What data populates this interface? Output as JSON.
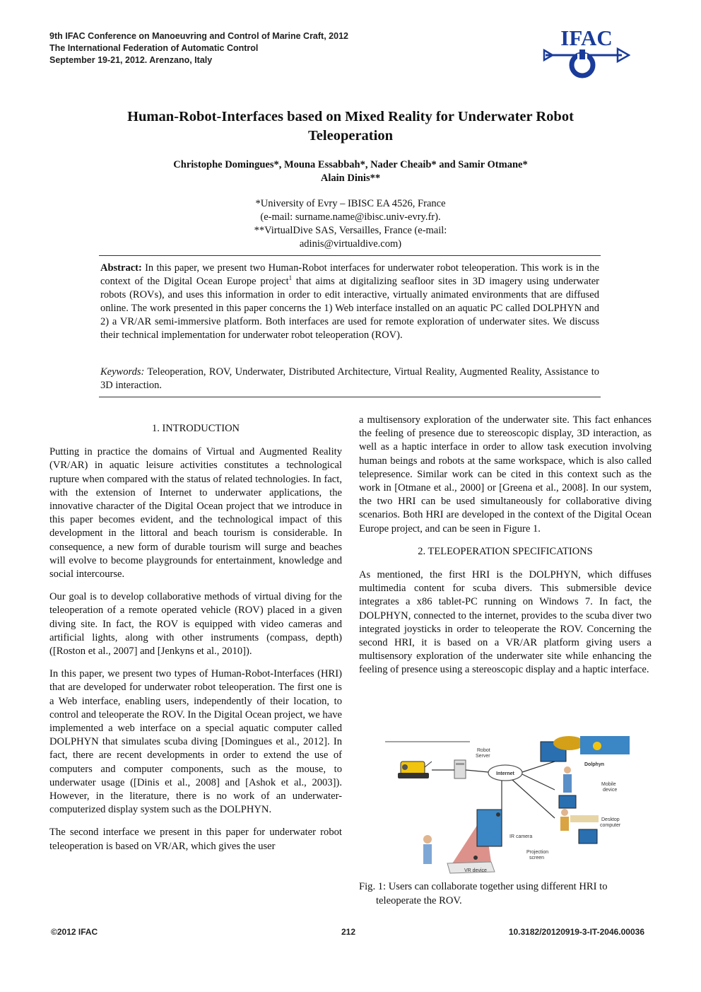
{
  "header": {
    "line1": "9th IFAC Conference on Manoeuvring and Control of Marine Craft, 2012",
    "line2": "The International Federation of Automatic Control",
    "line3": "September 19-21, 2012. Arenzano, Italy",
    "logo_text": "IFAC"
  },
  "title": {
    "line1": "Human-Robot-Interfaces based on Mixed Reality for Underwater Robot",
    "line2": "Teleoperation"
  },
  "authors": {
    "line1": "Christophe Domingues*, Mouna Essabbah*, Nader Cheaib* and Samir Otmane*",
    "line2": "Alain Dinis**"
  },
  "affiliation": {
    "line1": "*University of Evry – IBISC EA 4526, France",
    "line2": "(e-mail: surname.name@ibisc.univ-evry.fr).",
    "line3": "**VirtualDive SAS, Versailles, France (e-mail:",
    "line4": "adinis@virtualdive.com)"
  },
  "abstract": {
    "label": "Abstract:",
    "text_a": " In this paper, we present two Human-Robot interfaces for underwater robot teleoperation. This work is in the context of the Digital Ocean Europe project",
    "footnote_mark": "1",
    "text_b": " that aims at digitalizing seafloor sites in 3D imagery using underwater robots (ROVs), and uses this information in order to edit interactive, virtually animated environments that are diffused online. The work presented in this paper concerns the 1) Web interface installed on an aquatic PC called DOLPHYN and 2) a VR/AR semi-immersive platform. Both interfaces are used for remote exploration of underwater sites. We discuss their technical implementation for underwater robot teleoperation (ROV)."
  },
  "keywords": {
    "label": "Keywords:",
    "text": " Teleoperation, ROV, Underwater, Distributed Architecture, Virtual Reality, Augmented Reality, Assistance to 3D interaction."
  },
  "left_column": {
    "section_title": "1. INTRODUCTION",
    "p1": "Putting in practice the domains of Virtual and Augmented Reality (VR/AR) in aquatic leisure activities constitutes a technological rupture when compared with the status of related technologies. In fact, with the extension of Internet to underwater applications, the innovative character of the Digital Ocean project that we introduce in this paper becomes evident, and the technological impact of this development in the littoral and beach tourism is considerable. In consequence, a new form of durable tourism will surge and beaches will evolve to become playgrounds for entertainment, knowledge and social intercourse.",
    "p2": "Our goal is to develop collaborative methods of virtual diving for the teleoperation of a remote operated vehicle (ROV) placed in a given diving site. In fact, the ROV is equipped with video cameras and artificial lights, along with other instruments (compass, depth) ([Roston et al., 2007] and [Jenkyns et al., 2010]).",
    "p3": "In this paper, we present two types of Human-Robot-Interfaces (HRI) that are developed for underwater robot teleoperation. The first one is a Web interface, enabling users, independently of their location, to control and teleoperate the ROV. In the Digital Ocean project, we have implemented a web interface on a special aquatic computer called DOLPHYN that simulates scuba diving [Domingues et al., 2012]. In fact, there are recent developments in order to extend the use of computers and computer components, such as the mouse, to underwater usage ([Dinis et al., 2008] and [Ashok et al., 2003]). However, in the literature, there is no work of an underwater-computerized display system such as the DOLPHYN.",
    "p4": "The second interface we present in this paper for underwater robot teleoperation is based on VR/AR, which gives the user"
  },
  "right_column": {
    "p1": "a multisensory exploration of the underwater site. This fact enhances the feeling of presence due to stereoscopic display, 3D interaction, as well as a haptic interface in order to allow task execution involving human beings and robots at the same workspace, which is also called telepresence. Similar work can be cited in this context such as the work in [Otmane et al., 2000] or [Greena et al., 2008]. In our system, the two HRI can be used simultaneously for collaborative diving scenarios. Both HRI are developed in the context of the Digital Ocean Europe project, and can be seen in Figure 1.",
    "section_title": "2. TELEOPERATION SPECIFICATIONS",
    "p2": "As mentioned, the first HRI is the DOLPHYN, which diffuses multimedia content for scuba divers. This submersible device integrates a x86 tablet-PC running on Windows 7. In fact, the DOLPHYN, connected to the internet, provides to the scuba diver two integrated joysticks in order to teleoperate the ROV. Concerning the second HRI, it is based on a VR/AR platform giving users a multisensory exploration of the underwater site while enhancing the feeling of presence using a stereoscopic display and a haptic interface."
  },
  "figure": {
    "labels": {
      "robot_server": "Robot\nServer",
      "internet": "Internet",
      "dolphyn": "Dolphyn",
      "mobile_device": "Mobile\ndevice",
      "desktop_computer": "Desktop\ncomputer",
      "ir_camera": "IR camera",
      "projection_screen": "Projection\nscreen",
      "vr_device": "VR device"
    },
    "caption": "Fig. 1: Users can collaborate together using different HRI to teleoperate the ROV."
  },
  "footer": {
    "copyright": "©2012 IFAC",
    "page": "212",
    "doi": "10.3182/20120919-3-IT-2046.00036"
  },
  "colors": {
    "logo_blue": "#1a3b9a",
    "screen_blue": "#2a6fb0",
    "red_beam": "#c0392b"
  }
}
